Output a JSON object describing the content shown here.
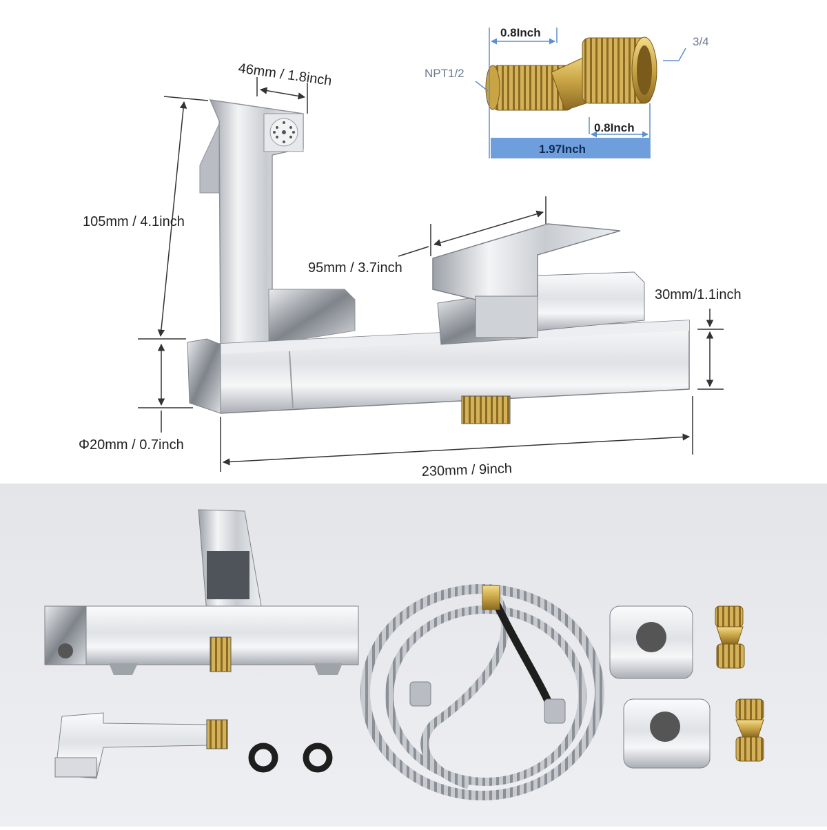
{
  "dimensions": {
    "spray_width": "46mm / 1.8inch",
    "spray_height": "105mm / 4.1inch",
    "lever_length": "95mm / 3.7inch",
    "body_height": "30mm/1.1inch",
    "diameter": "Φ20mm / 0.7inch",
    "body_length": "230mm / 9inch"
  },
  "adapter": {
    "length_a": "0.8Inch",
    "length_b": "0.8Inch",
    "total": "1.97Inch",
    "thread_in": "NPT1/2",
    "thread_out": "3/4"
  },
  "colors": {
    "chrome_light": "#f4f5f7",
    "chrome_mid": "#c9ccd2",
    "chrome_dark": "#7d828a",
    "brass": "#c9a445",
    "dimension_blue": "#5a8fd0",
    "kit_background": "#e7e8ec"
  }
}
